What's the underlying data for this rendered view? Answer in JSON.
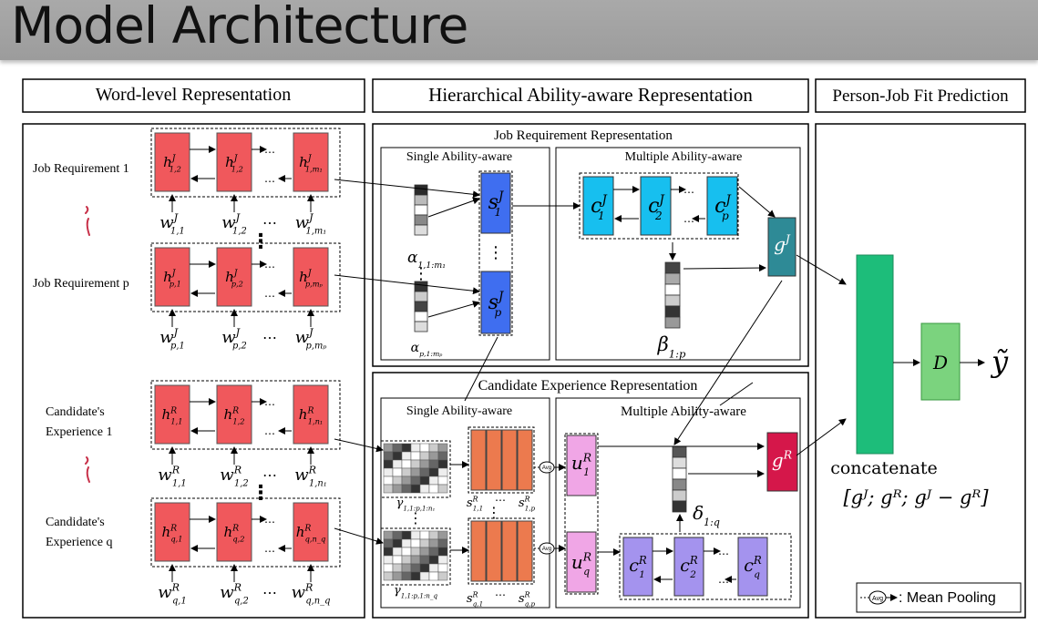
{
  "title": "Model Architecture",
  "sections": {
    "word_level": "Word-level Representation",
    "hierarchical": "Hierarchical Ability-aware Representation",
    "prediction": "Person-Job Fit Prediction"
  },
  "job_panel": {
    "title": "Job Requirement Representation",
    "single": "Single Ability-aware",
    "multiple": "Multiple Ability-aware"
  },
  "cand_panel": {
    "title": "Candidate Experience Representation",
    "single": "Single Ability-aware",
    "multiple": "Multiple Ability-aware"
  },
  "row_labels": {
    "job1": "Job Requirement 1",
    "jobp": "Job Requirement p",
    "cand1_a": "Candidate's",
    "cand1_b": "Experience 1",
    "candq_a": "Candidate's",
    "candq_b": "Experience q"
  },
  "symbols": {
    "ellipsis": "…",
    "vdots": "⋮"
  },
  "job1": {
    "h": [
      {
        "b": "h",
        "sup": "J",
        "sub": "1,2"
      },
      {
        "b": "h",
        "sup": "J",
        "sub": "1,2"
      },
      {
        "b": "h",
        "sup": "J",
        "sub": "1,m₁"
      }
    ],
    "w": [
      {
        "b": "w",
        "sup": "J",
        "sub": "1,1"
      },
      {
        "b": "w",
        "sup": "J",
        "sub": "1,2"
      },
      {
        "b": "w",
        "sup": "J",
        "sub": "1,m₁"
      }
    ]
  },
  "jobp": {
    "h": [
      {
        "b": "h",
        "sup": "J",
        "sub": "p,1"
      },
      {
        "b": "h",
        "sup": "J",
        "sub": "p,2"
      },
      {
        "b": "h",
        "sup": "J",
        "sub": "p,mₚ"
      }
    ],
    "w": [
      {
        "b": "w",
        "sup": "J",
        "sub": "p,1"
      },
      {
        "b": "w",
        "sup": "J",
        "sub": "p,2"
      },
      {
        "b": "w",
        "sup": "J",
        "sub": "p,mₚ"
      }
    ]
  },
  "cand1": {
    "h": [
      {
        "b": "h",
        "sup": "R",
        "sub": "1,1"
      },
      {
        "b": "h",
        "sup": "R",
        "sub": "1,2"
      },
      {
        "b": "h",
        "sup": "R",
        "sub": "1,n₁"
      }
    ],
    "w": [
      {
        "b": "w",
        "sup": "R",
        "sub": "1,1"
      },
      {
        "b": "w",
        "sup": "R",
        "sub": "1,2"
      },
      {
        "b": "w",
        "sup": "R",
        "sub": "1,n₁"
      }
    ]
  },
  "candq": {
    "h": [
      {
        "b": "h",
        "sup": "R",
        "sub": "q,1"
      },
      {
        "b": "h",
        "sup": "R",
        "sub": "q,2"
      },
      {
        "b": "h",
        "sup": "R",
        "sub": "q,n_q"
      }
    ],
    "w": [
      {
        "b": "w",
        "sup": "R",
        "sub": "q,1"
      },
      {
        "b": "w",
        "sup": "R",
        "sub": "q,2"
      },
      {
        "b": "w",
        "sup": "R",
        "sub": "q,n_q"
      }
    ]
  },
  "job_single": {
    "alpha1": {
      "b": "α",
      "sub": "1,1:m₁"
    },
    "alphap": {
      "b": "α",
      "sub": "p,1:mₚ"
    },
    "s1": {
      "b": "s",
      "sup": "J",
      "sub": "1"
    },
    "sp": {
      "b": "s",
      "sup": "J",
      "sub": "p"
    }
  },
  "job_multi": {
    "c": [
      {
        "b": "c",
        "sup": "J",
        "sub": "1"
      },
      {
        "b": "c",
        "sup": "J",
        "sub": "2"
      },
      {
        "b": "c",
        "sup": "J",
        "sub": "p"
      }
    ],
    "beta": {
      "b": "β",
      "sub": "1:p"
    },
    "g": {
      "b": "g",
      "sup": "J"
    }
  },
  "cand_single": {
    "gamma1": {
      "b": "γ",
      "sub": "1,1:p,1:n₁"
    },
    "gammaq": {
      "b": "γ",
      "sub": "1,1:p,1:n_q"
    },
    "s11": {
      "b": "s",
      "sup": "R",
      "sub": "1,1"
    },
    "s1p": {
      "b": "s",
      "sup": "R",
      "sub": "1,p"
    },
    "sq1": {
      "b": "s",
      "sup": "R",
      "sub": "q,1"
    },
    "sqp": {
      "b": "s",
      "sup": "R",
      "sub": "q,p"
    }
  },
  "cand_multi": {
    "u1": {
      "b": "u",
      "sup": "R",
      "sub": "1"
    },
    "uq": {
      "b": "u",
      "sup": "R",
      "sub": "q"
    },
    "c": [
      {
        "b": "c",
        "sup": "R",
        "sub": "1"
      },
      {
        "b": "c",
        "sup": "R",
        "sub": "2"
      },
      {
        "b": "c",
        "sup": "R",
        "sub": "q"
      }
    ],
    "delta": {
      "b": "δ",
      "sub": "1:q"
    },
    "g": {
      "b": "g",
      "sup": "R"
    }
  },
  "avg_label": "Avg",
  "prediction": {
    "concat_label": "concatenate",
    "concat_formula": "[gᴶ; gᴿ; gᴶ − gᴿ]",
    "D": "D",
    "y": "ỹ"
  },
  "legend": {
    "text": ": Mean Pooling"
  },
  "colors": {
    "title_bar": "#a3a3a3",
    "lstm_red": "#f0585c",
    "cyan": "#17bfef",
    "blue_s": "#3f6ef0",
    "g_teal": "#2e8a96",
    "orange": "#ec7a4e",
    "pink_u": "#f0a6e6",
    "lavender": "#a493ee",
    "crimson": "#d5174a",
    "green_concat": "#1dbd7a",
    "green_D": "#7bd37e"
  },
  "attention_shades": {
    "alpha1": [
      "#2a2a2a",
      "#bbbbbb",
      "#ffffff",
      "#888888",
      "#dddddd"
    ],
    "alphap": [
      "#333333",
      "#cccccc",
      "#444444",
      "#ffffff",
      "#dddddd"
    ],
    "beta": [
      "#444444",
      "#aaaaaa",
      "#ffffff",
      "#cccccc",
      "#333333",
      "#999999"
    ],
    "delta": [
      "#555555",
      "#dddddd",
      "#ffffff",
      "#888888",
      "#cccccc",
      "#333333"
    ]
  }
}
